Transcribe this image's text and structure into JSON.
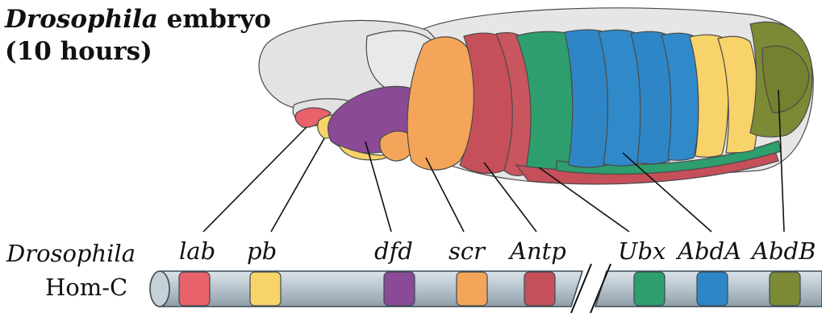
{
  "title": {
    "species": "Drosophila",
    "word": "embryo",
    "age": "(10 hours)"
  },
  "complex": {
    "species": "Drosophila",
    "name": "Hom-C"
  },
  "genes": [
    {
      "label": "lab",
      "color": "#e8616b"
    },
    {
      "label": "pb",
      "color": "#f8d36a"
    },
    {
      "label": "dfd",
      "color": "#8a4a96"
    },
    {
      "label": "scr",
      "color": "#f5a55a"
    },
    {
      "label": "Antp",
      "color": "#c5505a"
    },
    {
      "label": "Ubx",
      "color": "#2e9e6e"
    },
    {
      "label": "AbdA",
      "color": "#2f86c6"
    },
    {
      "label": "AbdB",
      "color": "#7c8a36"
    }
  ],
  "colors": {
    "head": "#e3e3e3",
    "chromosome": "#b9c6cf",
    "chromosome_edge": "#3c4a55"
  }
}
